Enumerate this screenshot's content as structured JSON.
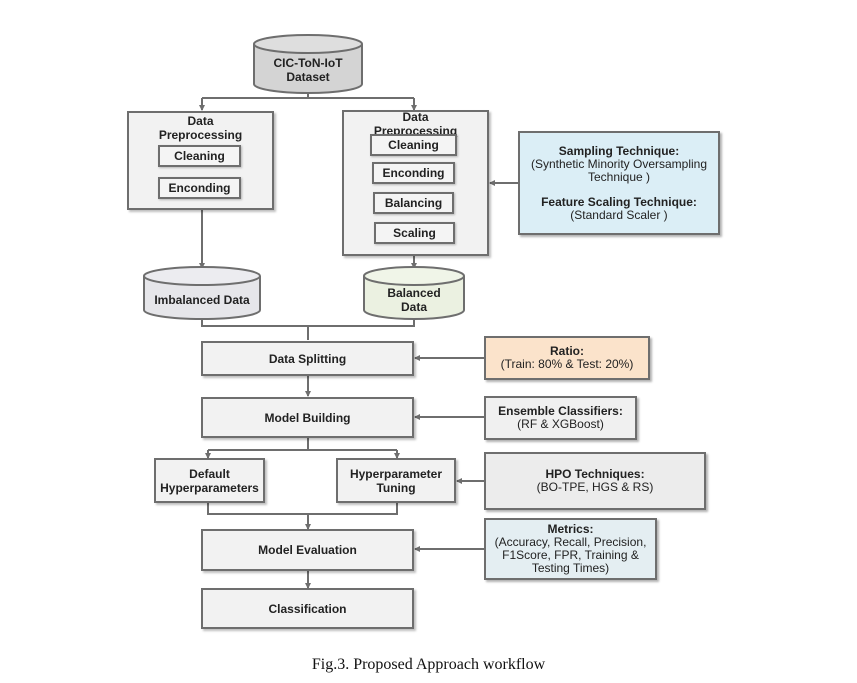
{
  "dataset": {
    "label": "CIC-ToN-IoT\nDataset",
    "line1": "CIC-ToN-IoT",
    "line2": "Dataset"
  },
  "left_preprocessing": {
    "title_line1": "Data",
    "title_line2": "Preprocessing",
    "steps": [
      "Cleaning",
      "Enconding"
    ]
  },
  "right_preprocessing": {
    "title_line1": "Data",
    "title_line2": "Preprocessing",
    "steps": [
      "Cleaning",
      "Enconding",
      "Balancing",
      "Scaling"
    ]
  },
  "techniques_box": {
    "sampling_heading": "Sampling Technique:",
    "sampling_body_line1": "(Synthetic Minority Oversampling",
    "sampling_body_line2": "Technique )",
    "scaling_heading": "Feature Scaling Technique:",
    "scaling_body": "(Standard Scaler )",
    "color": "#dbeef6"
  },
  "imbalanced_data": {
    "label": "Imbalanced Data",
    "color": "#e6e6ea"
  },
  "balanced_data": {
    "line1": "Balanced",
    "line2": "Data",
    "color": "#ebf1e1"
  },
  "data_splitting": {
    "label": "Data Splitting"
  },
  "ratio_box": {
    "heading": "Ratio:",
    "body": "(Train: 80% & Test: 20%)",
    "color": "#fbe3cb"
  },
  "model_building": {
    "label": "Model Building"
  },
  "ensemble_box": {
    "heading": "Ensemble Classifiers:",
    "body": "(RF & XGBoost)",
    "color": "#f0f0f0"
  },
  "default_hp": {
    "line1": "Default",
    "line2": "Hyperparameters"
  },
  "hp_tuning": {
    "line1": "Hyperparameter",
    "line2": "Tuning"
  },
  "hpo_box": {
    "heading": "HPO Techniques:",
    "body": "(BO-TPE, HGS & RS)",
    "color": "#ececec"
  },
  "model_evaluation": {
    "label": "Model Evaluation"
  },
  "metrics_box": {
    "heading": "Metrics:",
    "body_line1": "(Accuracy, Recall, Precision,",
    "body_line2": "F1Score, FPR, Training &",
    "body_line3": "Testing Times)",
    "color": "#e4eef2"
  },
  "classification": {
    "label": "Classification"
  },
  "caption": "Fig.3. Proposed Approach workflow"
}
